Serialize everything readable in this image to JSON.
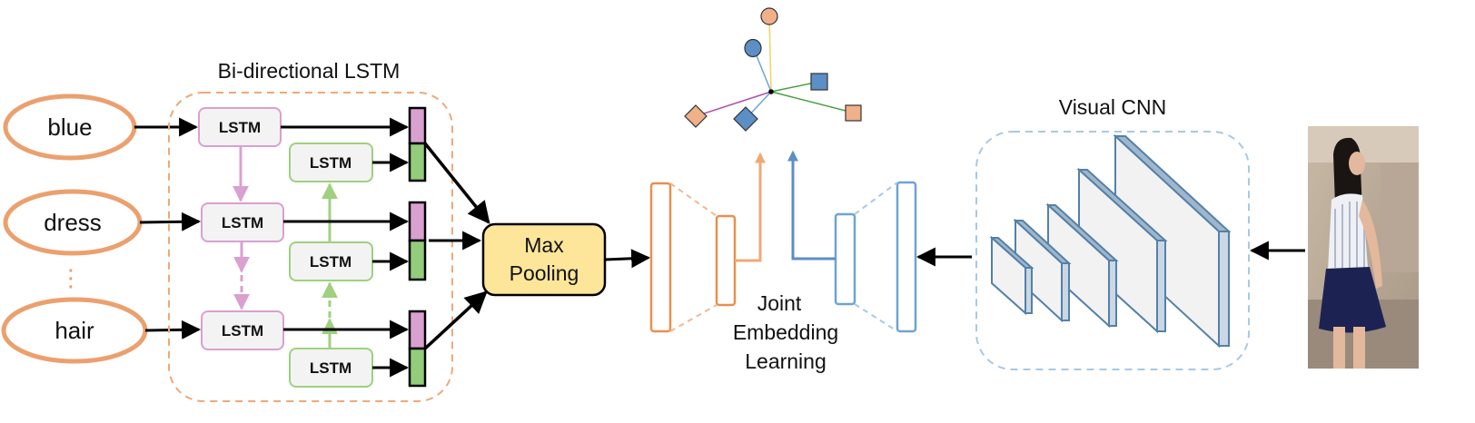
{
  "diagram": {
    "words": [
      "blue",
      "dress",
      "hair"
    ],
    "ellipsis": "⋮",
    "bilstm_title": "Bi-directional LSTM",
    "lstm_label": "LSTM",
    "pooling": [
      "Max",
      "Pooling"
    ],
    "joint": [
      "Joint",
      "Embedding",
      "Learning"
    ],
    "cnn_title": "Visual CNN"
  },
  "colors": {
    "orange": "#e8904e",
    "pink": "#d9a0d0",
    "green": "#9fd07f",
    "blue": "#6fa3d3",
    "pooling_fill": "#fde59a",
    "cnn_face": "#f2f2f2",
    "cnn_edge": "#5580a8"
  },
  "icons": [
    "person-photo",
    "circle-marker",
    "square-marker",
    "diamond-marker"
  ]
}
